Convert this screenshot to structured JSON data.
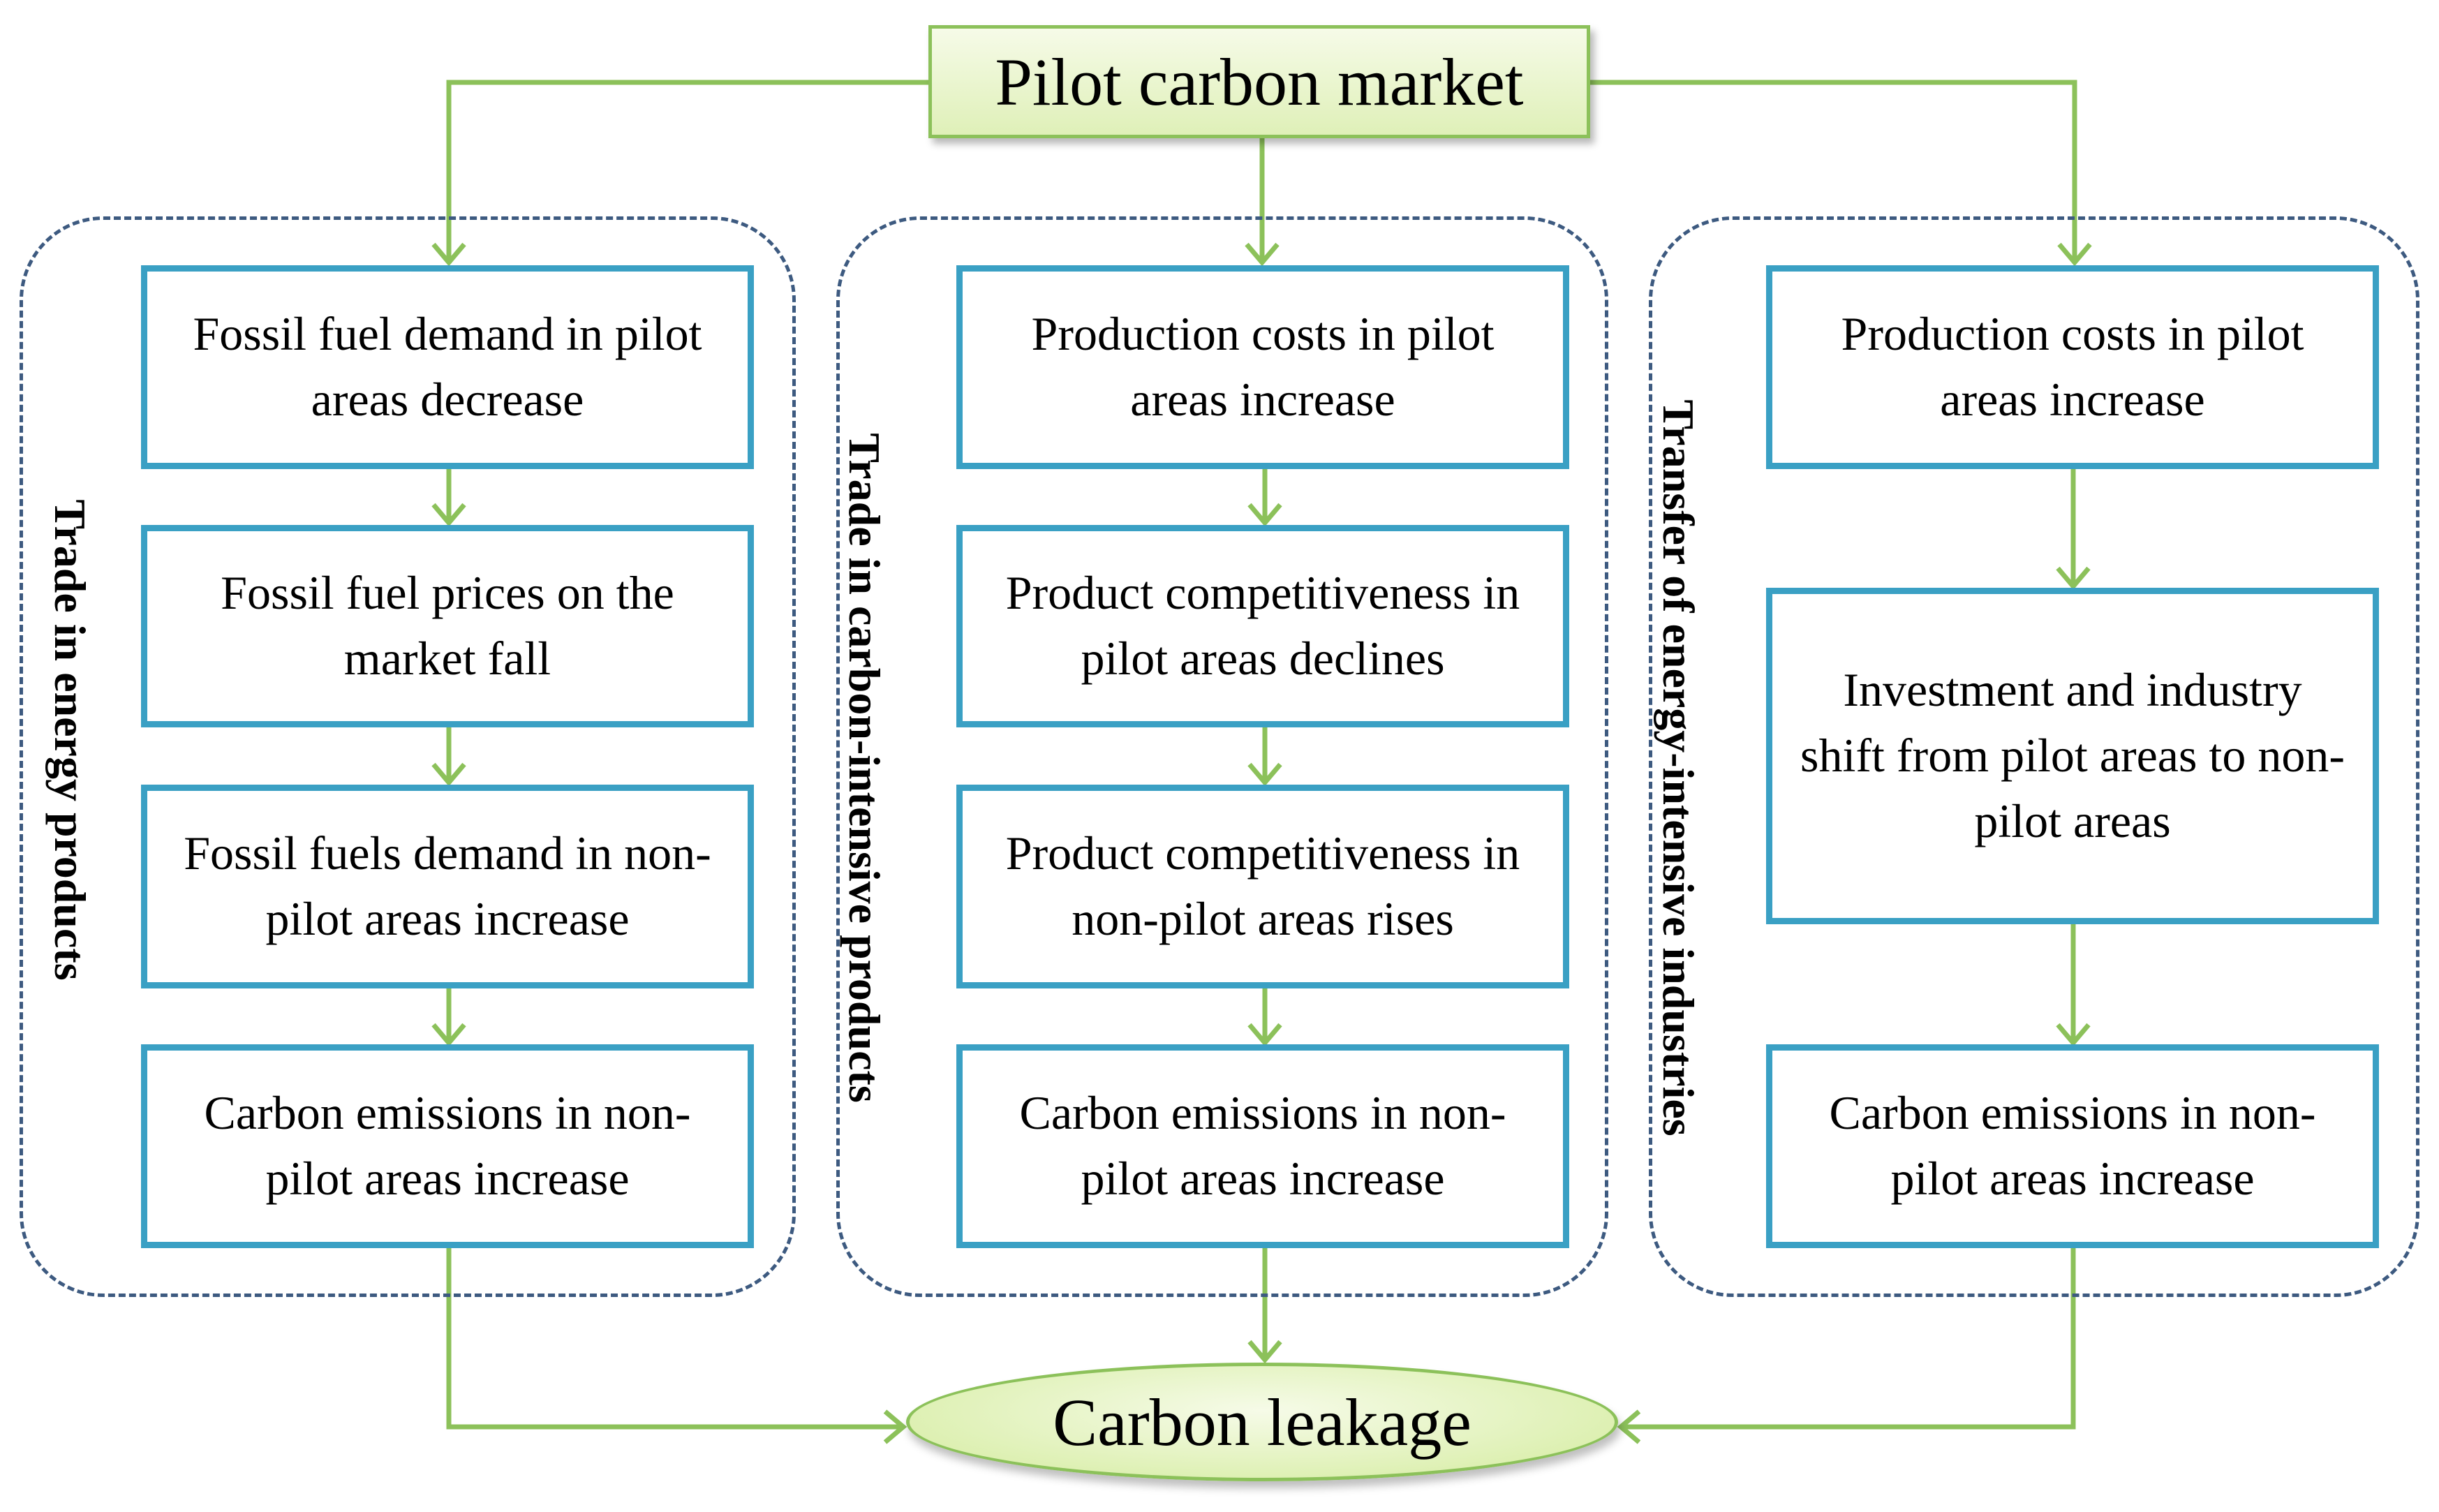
{
  "top_node": "Pilot carbon market",
  "bottom_node": "Carbon leakage",
  "columns": [
    {
      "label": "Trade in energy products",
      "boxes": [
        "Fossil fuel demand in pilot areas decrease",
        "Fossil fuel prices on the market fall",
        "Fossil fuels demand in non-pilot areas increase",
        "Carbon emissions in non-pilot areas increase"
      ]
    },
    {
      "label": "Trade in carbon-intensive products",
      "boxes": [
        "Production costs in pilot areas increase",
        "Product competitiveness in pilot areas declines",
        "Product competitiveness in non-pilot areas rises",
        "Carbon emissions in non-pilot areas increase"
      ]
    },
    {
      "label": "Transfer of energy-intensive industries",
      "boxes": [
        "Production costs in pilot areas increase",
        "Investment and industry shift from pilot areas to non-pilot areas",
        "Carbon emissions in non-pilot areas increase"
      ]
    }
  ],
  "colors": {
    "arrow": "#8cc15a",
    "box_border": "#3aa0c4",
    "group_border": "#3d5a80",
    "top_fill": "#dff0b8",
    "bottom_fill": "#d4ec9e"
  }
}
